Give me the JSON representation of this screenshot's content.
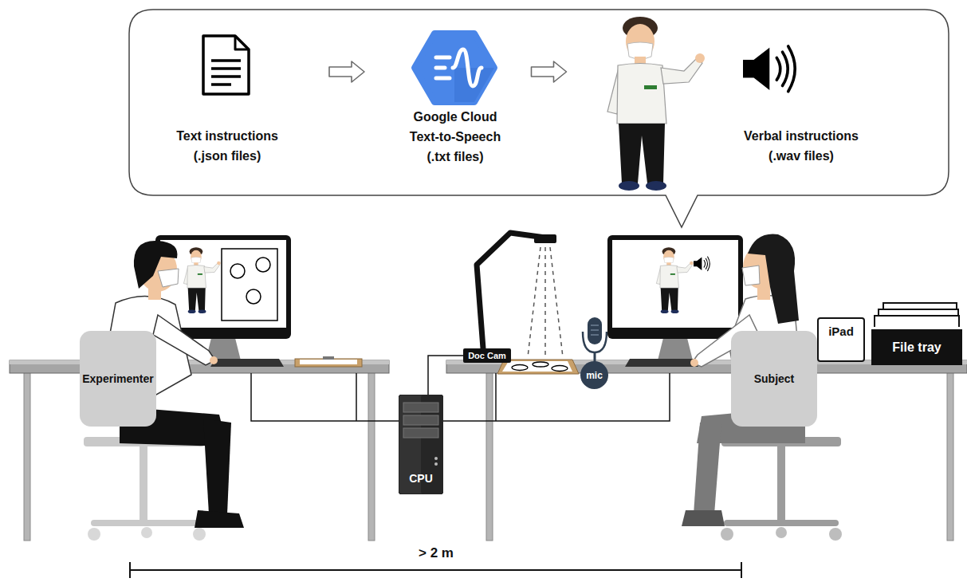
{
  "diagram": {
    "nodes": [
      {
        "text": [
          "Text instructions (.json files)"
        ]
      },
      {
        "text": [
          "Google Cloud Text-to-Speech (.txt files)"
        ]
      },
      {
        "text": [
          "Verbal instructions (.wav files)"
        ]
      },
      {
        "text": [
          "Experimenter"
        ]
      },
      {
        "text": [
          "Doc Cam"
        ]
      },
      {
        "text": [
          "mic"
        ]
      },
      {
        "text": [
          "Subject"
        ]
      },
      {
        "text": [
          "iPad"
        ]
      },
      {
        "text": [
          "File tray"
        ]
      },
      {
        "text": [
          "CPU"
        ]
      }
    ],
    "edges": [
      {
        "from": 0,
        "to": 1,
        "arrow": "to"
      },
      {
        "from": 1,
        "to": 2,
        "arrow": "to"
      },
      {
        "from": 4,
        "to": 9,
        "arrow": "none"
      }
    ],
    "labels": [
      "> 2 m"
    ]
  }
}
